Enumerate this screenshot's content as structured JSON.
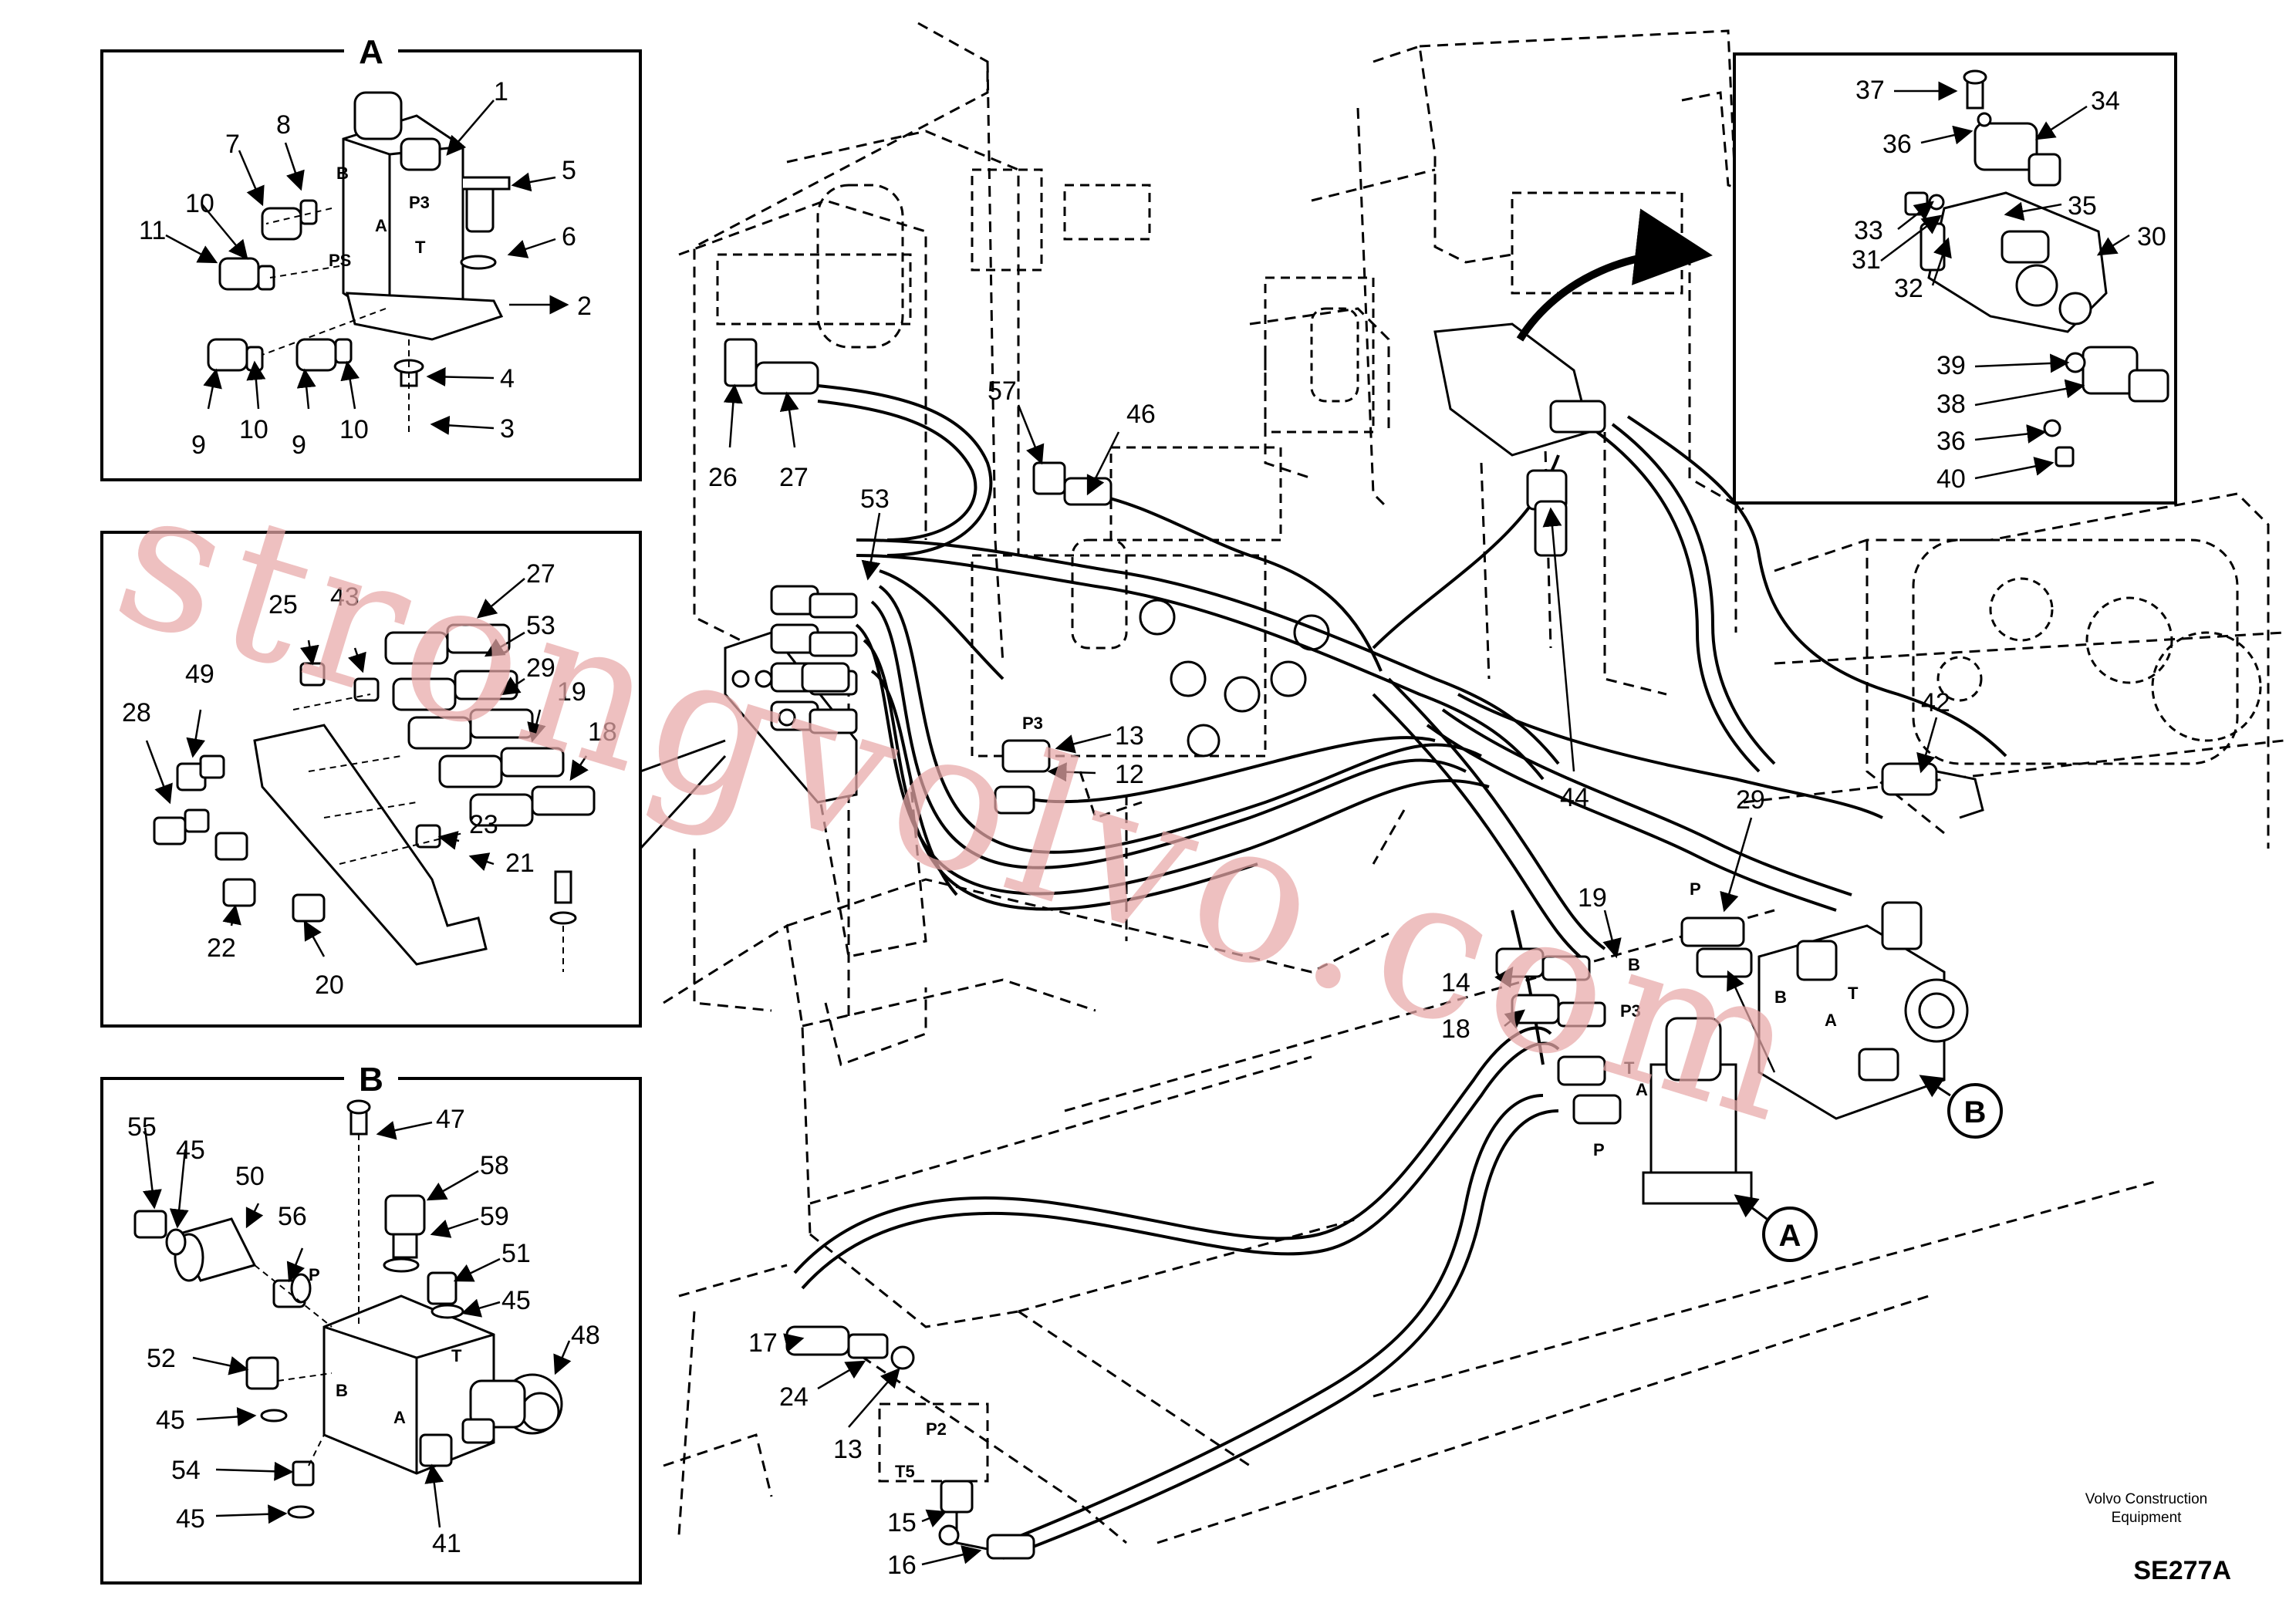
{
  "detail_boxes": {
    "A": {
      "title": "A",
      "ports": [
        "B",
        "P3",
        "A",
        "T",
        "PS"
      ],
      "callouts": [
        "1",
        "2",
        "3",
        "4",
        "5",
        "6",
        "7",
        "8",
        "9",
        "9",
        "10",
        "10",
        "10",
        "10",
        "11"
      ]
    },
    "middle": {
      "callouts": [
        "18",
        "19",
        "20",
        "21",
        "22",
        "23",
        "25",
        "27",
        "28",
        "29",
        "43",
        "49",
        "53"
      ]
    },
    "B": {
      "title": "B",
      "ports": [
        "P",
        "T",
        "B",
        "A"
      ],
      "callouts": [
        "41",
        "45",
        "45",
        "45",
        "45",
        "45",
        "47",
        "48",
        "50",
        "51",
        "52",
        "54",
        "55",
        "56",
        "58",
        "59"
      ]
    },
    "motor": {
      "callouts": [
        "30",
        "31",
        "32",
        "33",
        "34",
        "35",
        "36",
        "36",
        "37",
        "38",
        "39",
        "40"
      ]
    }
  },
  "main_callouts": [
    "12",
    "13",
    "13",
    "14",
    "15",
    "16",
    "17",
    "18",
    "19",
    "24",
    "26",
    "27",
    "29",
    "42",
    "44",
    "46",
    "53",
    "57"
  ],
  "port_labels": [
    "P3",
    "P2",
    "T5",
    "B",
    "P3",
    "T",
    "A",
    "P",
    "P",
    "B",
    "A",
    "T"
  ],
  "view_markers": [
    "A",
    "B"
  ],
  "watermark": "strongvolvo.com",
  "footer": {
    "brand_line1": "Volvo Construction",
    "brand_line2": "Equipment",
    "drawing_code": "SE277A"
  }
}
